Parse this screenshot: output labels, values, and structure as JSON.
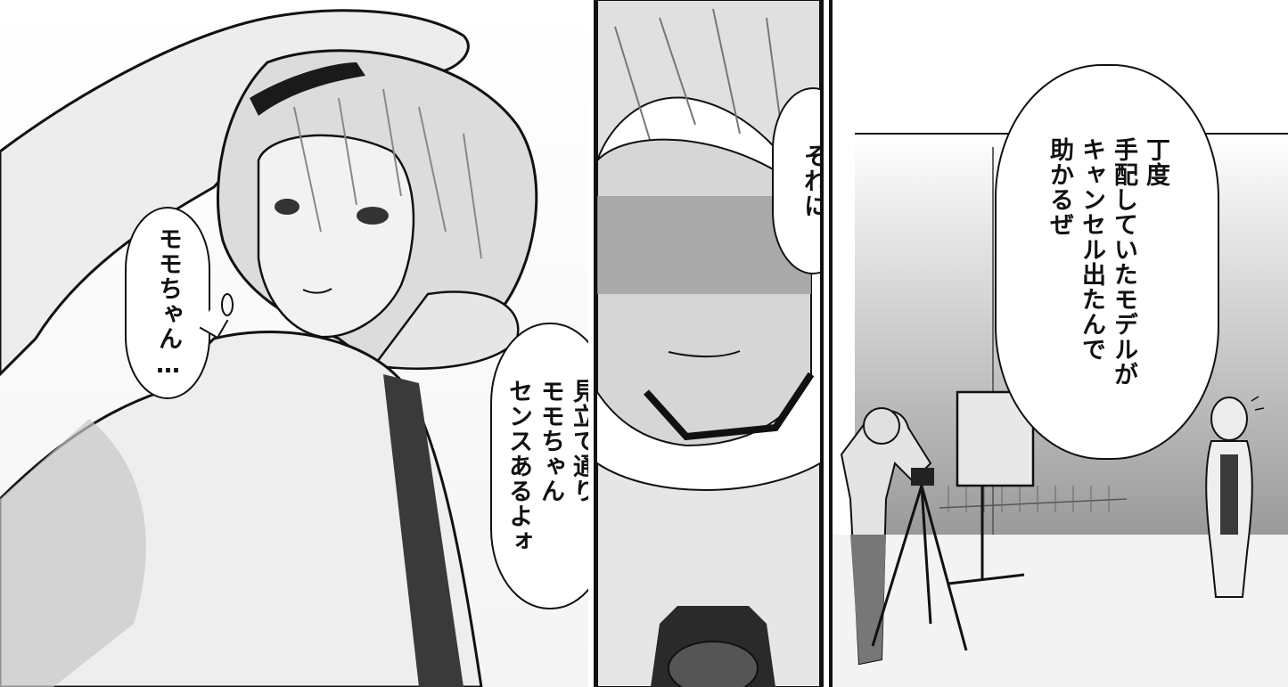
{
  "page": {
    "background": "#ffffff",
    "ink": "#111111",
    "tone": "#bdbdbd"
  },
  "panels": [
    {
      "id": "panel-left",
      "bubbles": [
        {
          "id": "momo",
          "text": "モモちゃん…"
        },
        {
          "id": "mitate",
          "text": "見立て通り\nモモちゃん\nセンスあるよォ"
        }
      ]
    },
    {
      "id": "panel-middle",
      "bubbles": [
        {
          "id": "soreni",
          "text": "それに"
        }
      ]
    },
    {
      "id": "panel-right",
      "bubbles": [
        {
          "id": "choudo",
          "text": "丁度\n手配していたモデルが\nキャンセル出たんで\n助かるぜ"
        }
      ]
    }
  ]
}
